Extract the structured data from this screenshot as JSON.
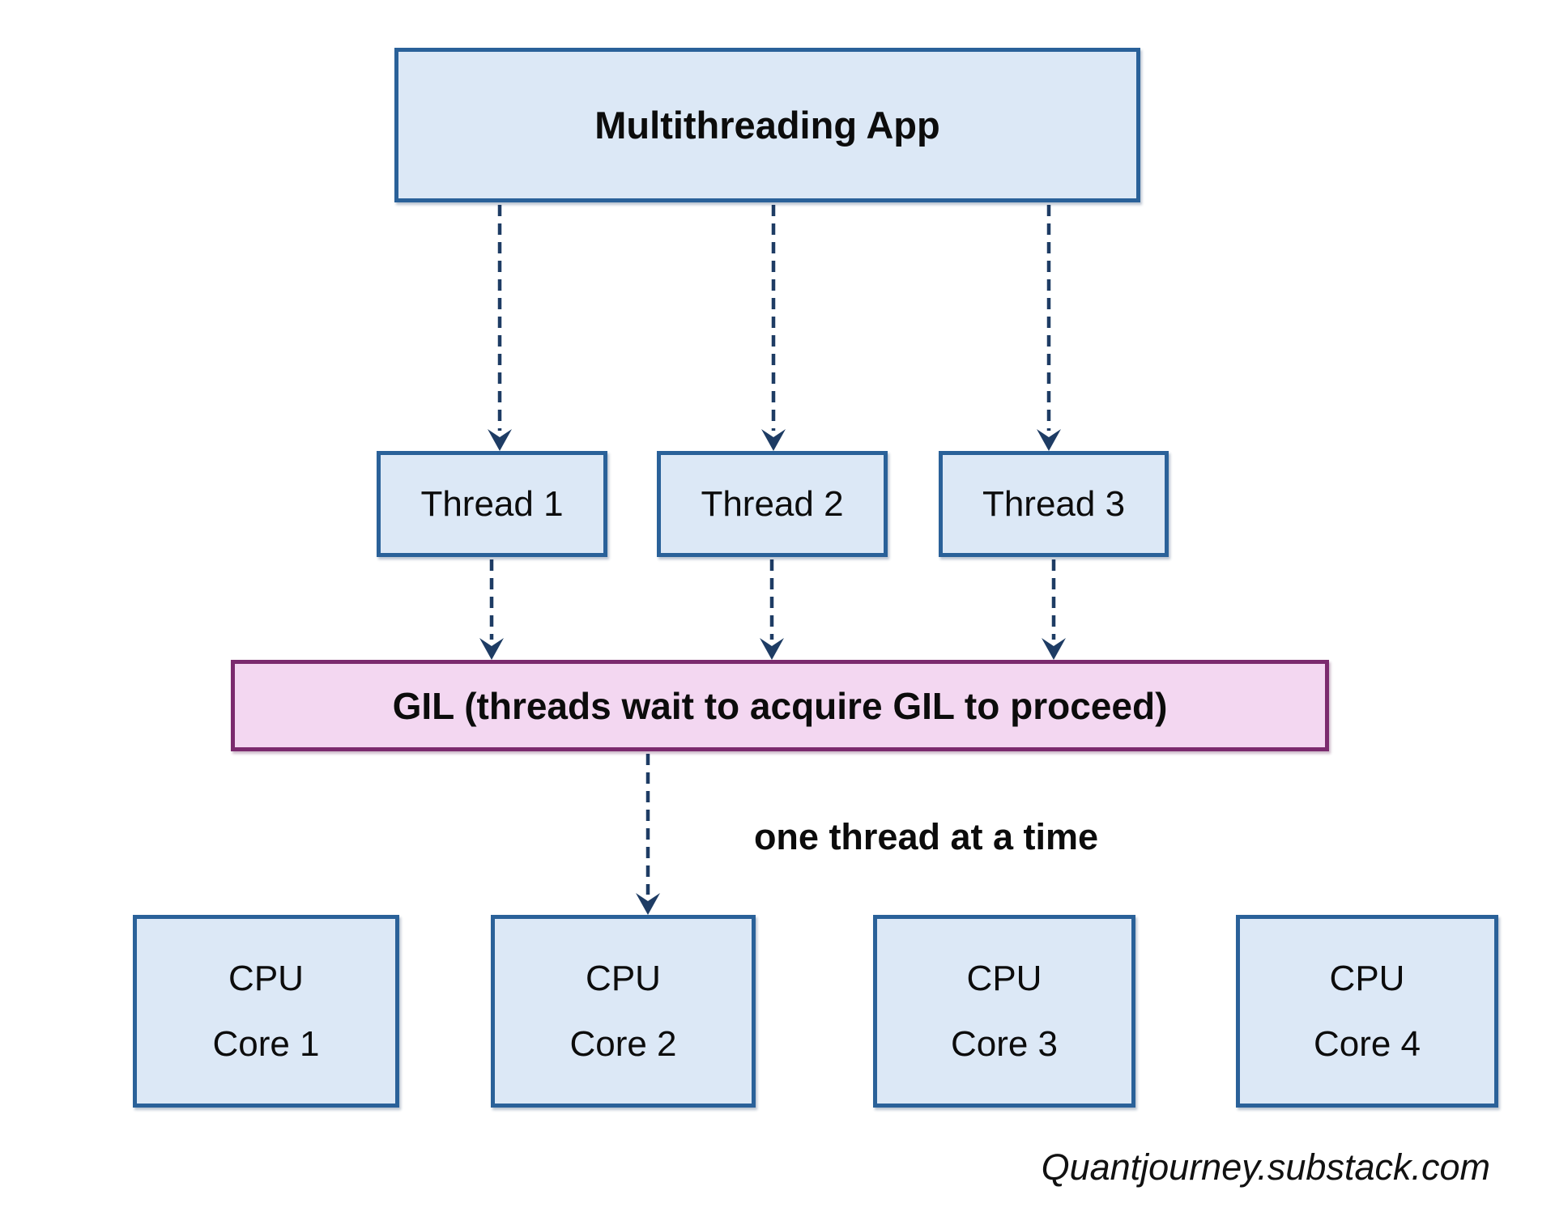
{
  "diagram": {
    "app_box": {
      "label": "Multithreading App"
    },
    "threads": [
      {
        "label": "Thread 1"
      },
      {
        "label": "Thread 2"
      },
      {
        "label": "Thread 3"
      }
    ],
    "gil_box": {
      "label": "GIL (threads wait to acquire GIL to proceed)"
    },
    "flow_label": "one thread at a time",
    "cpu_cores": [
      {
        "line1": "CPU",
        "line2": "Core 1"
      },
      {
        "line1": "CPU",
        "line2": "Core 2"
      },
      {
        "line1": "CPU",
        "line2": "Core 3"
      },
      {
        "line1": "CPU",
        "line2": "Core 4"
      }
    ],
    "watermark": "Quantjourney.substack.com",
    "colors": {
      "box_fill": "#dce8f6",
      "box_border": "#2a6199",
      "gil_fill": "#f3d7f1",
      "gil_border": "#7b2a6e",
      "arrow": "#1e3c64",
      "text": "#0c0c0c",
      "background": "#ffffff"
    }
  }
}
